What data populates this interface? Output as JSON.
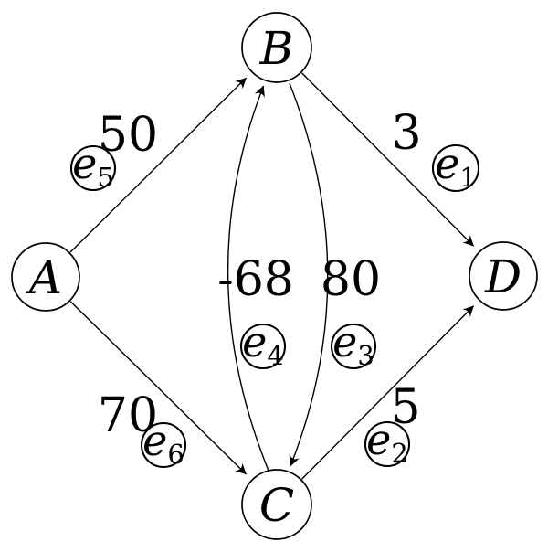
{
  "graph": {
    "type": "directed-weighted-graph",
    "colors": {
      "stroke": "#000000",
      "background": "#ffffff",
      "text": "#000000"
    },
    "nodes": [
      {
        "id": "A",
        "label": "A"
      },
      {
        "id": "B",
        "label": "B"
      },
      {
        "id": "C",
        "label": "C"
      },
      {
        "id": "D",
        "label": "D"
      }
    ],
    "edges": [
      {
        "id": "e1",
        "symbol": "e",
        "subscript": "1",
        "from": "B",
        "to": "D",
        "weight": "3"
      },
      {
        "id": "e2",
        "symbol": "e",
        "subscript": "2",
        "from": "C",
        "to": "D",
        "weight": "5"
      },
      {
        "id": "e3",
        "symbol": "e",
        "subscript": "3",
        "from": "B",
        "to": "C",
        "weight": "80"
      },
      {
        "id": "e4",
        "symbol": "e",
        "subscript": "4",
        "from": "C",
        "to": "B",
        "weight": "-68"
      },
      {
        "id": "e5",
        "symbol": "e",
        "subscript": "5",
        "from": "A",
        "to": "B",
        "weight": "50"
      },
      {
        "id": "e6",
        "symbol": "e",
        "subscript": "6",
        "from": "A",
        "to": "C",
        "weight": "70"
      }
    ]
  }
}
